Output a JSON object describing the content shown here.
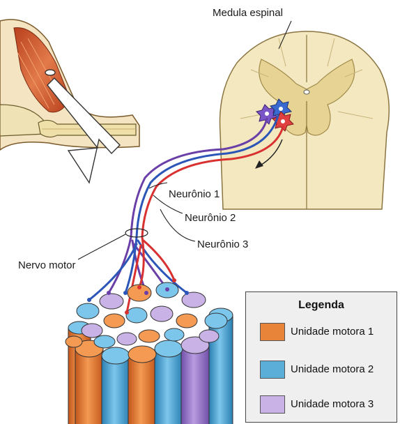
{
  "labels": {
    "spinal_cord": "Medula espinal",
    "neuron1": "Neurônio 1",
    "neuron2": "Neurônio 2",
    "neuron3": "Neurônio 3",
    "motor_nerve": "Nervo motor"
  },
  "legend": {
    "title": "Legenda",
    "items": [
      {
        "label": "Unidade motora 1",
        "color": "#e8833a"
      },
      {
        "label": "Unidade motora 2",
        "color": "#5aaed8"
      },
      {
        "label": "Unidade motora 3",
        "color": "#c9b3e6"
      }
    ]
  },
  "colors": {
    "neuron1": "#d93030",
    "neuron2": "#2c55b8",
    "neuron3": "#6a3fa8",
    "spinal_cord": "#f3e8c0",
    "gray_matter": "#e7d394",
    "muscle": "#d9603a",
    "skin": "#f5e6c4"
  }
}
